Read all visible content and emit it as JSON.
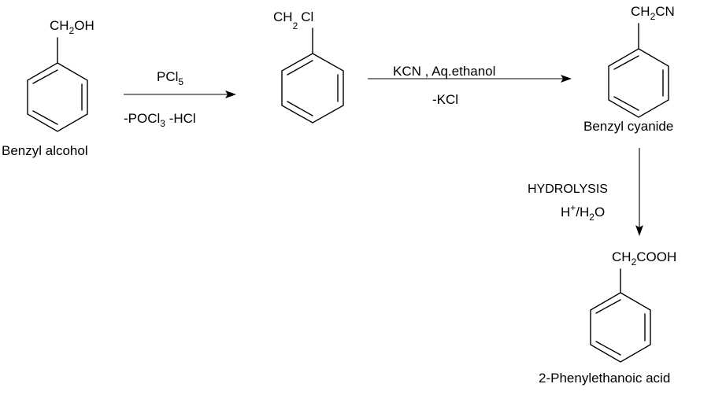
{
  "compounds": {
    "benzyl_alcohol": {
      "group_main": "CH",
      "group_sub": "2",
      "group_rest": "OH",
      "name": "Benzyl alcohol"
    },
    "benzyl_chloride": {
      "group_main": "CH",
      "group_sub": "2",
      "group_rest": "Cl"
    },
    "benzyl_cyanide": {
      "group_main": "CH",
      "group_sub": "2",
      "group_rest": "CN",
      "name": "Benzyl cyanide"
    },
    "phenylethanoic_acid": {
      "group_main": "CH",
      "group_sub": "2",
      "group_rest": "COOH",
      "name": "2-Phenylethanoic acid"
    }
  },
  "steps": {
    "step1": {
      "reagent_main": "PCl",
      "reagent_sub": "5",
      "byproduct_a": "-POCl",
      "byproduct_a_sub": "3",
      "byproduct_b": " -HCl"
    },
    "step2": {
      "reagent": "KCN , Aq.ethanol",
      "byproduct": "-KCl"
    },
    "step3": {
      "label": "HYDROLYSIS",
      "reagent_a": "H",
      "reagent_sup": "+",
      "reagent_b": "/H",
      "reagent_sub": "2",
      "reagent_c": "O"
    }
  }
}
